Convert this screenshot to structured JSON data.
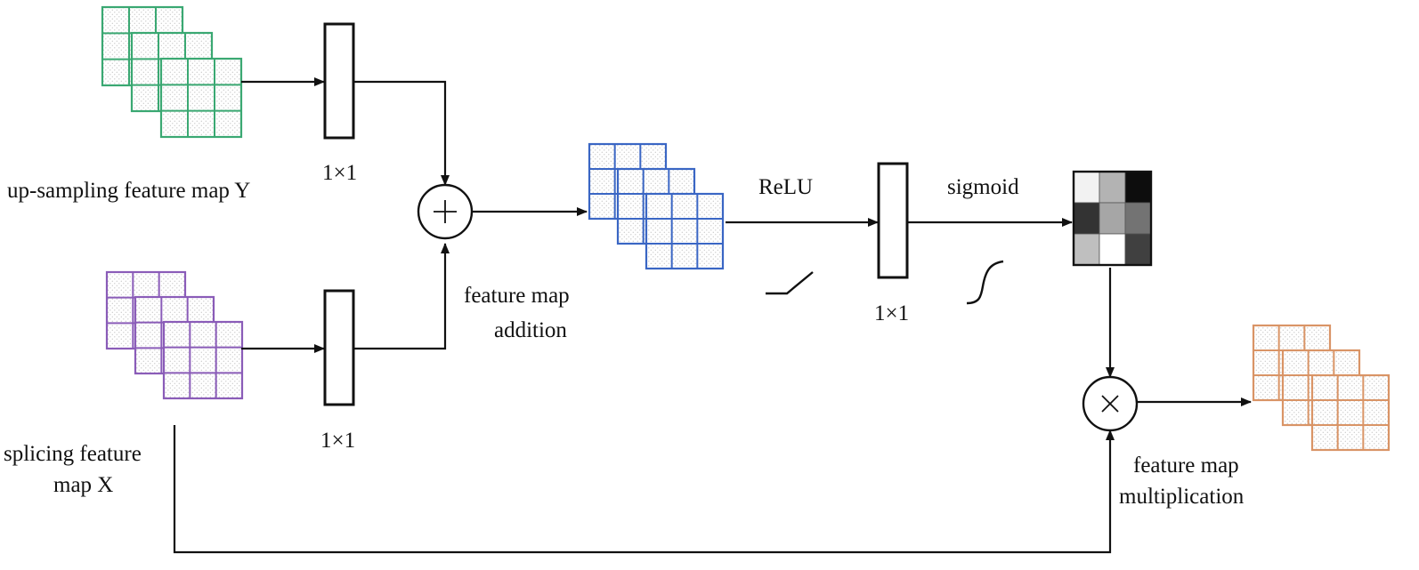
{
  "labels": {
    "upsampling": "up-sampling feature map Y",
    "splicing_line1": "splicing feature",
    "splicing_line2": "map X",
    "conv_y": "1×1",
    "conv_x": "1×1",
    "conv_mid": "1×1",
    "relu": "ReLU",
    "sigmoid": "sigmoid",
    "addition_line1": "feature map",
    "addition_line2": "addition",
    "multiplication_line1": "feature map",
    "multiplication_line2": "multiplication"
  },
  "colors": {
    "feature_map_y": "#3aa872",
    "feature_map_x": "#8a5cb8",
    "feature_map_added": "#3a66c4",
    "feature_map_output": "#d99466",
    "stipple": "#c9c9c9",
    "line": "#111111"
  },
  "attention_map": {
    "rows": 3,
    "cols": 3,
    "intensity": [
      [
        0.05,
        0.3,
        0.95
      ],
      [
        0.8,
        0.35,
        0.55
      ],
      [
        0.25,
        0.0,
        0.75
      ]
    ]
  }
}
